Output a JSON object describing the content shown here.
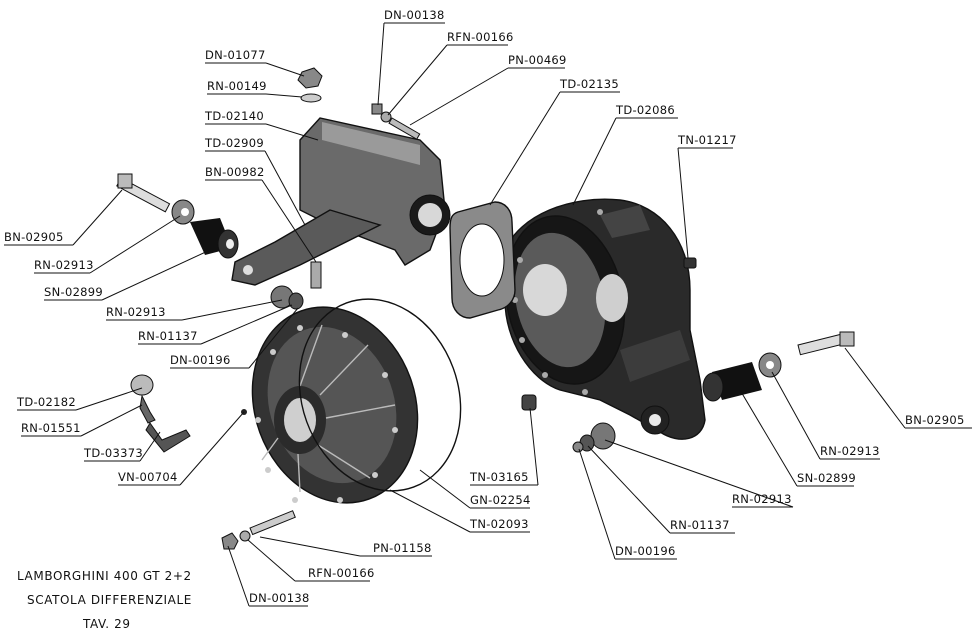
{
  "title_block": {
    "line1": "LAMBORGHINI 400 GT 2+2",
    "line2": "SCATOLA DIFFERENZIALE",
    "line3": "TAV. 29"
  },
  "callouts": [
    {
      "id": "c1",
      "text": "DN-00138"
    },
    {
      "id": "c2",
      "text": "RFN-00166"
    },
    {
      "id": "c3",
      "text": "DN-01077"
    },
    {
      "id": "c4",
      "text": "PN-00469"
    },
    {
      "id": "c5",
      "text": "RN-00149"
    },
    {
      "id": "c6",
      "text": "TD-02135"
    },
    {
      "id": "c7",
      "text": "TD-02140"
    },
    {
      "id": "c8",
      "text": "TD-02086"
    },
    {
      "id": "c9",
      "text": "TD-02909"
    },
    {
      "id": "c10",
      "text": "TN-01217"
    },
    {
      "id": "c11",
      "text": "BN-00982"
    },
    {
      "id": "c12",
      "text": "BN-02905"
    },
    {
      "id": "c13",
      "text": "RN-02913"
    },
    {
      "id": "c14",
      "text": "SN-02899"
    },
    {
      "id": "c15",
      "text": "RN-02913"
    },
    {
      "id": "c16",
      "text": "RN-01137"
    },
    {
      "id": "c17",
      "text": "DN-00196"
    },
    {
      "id": "c18",
      "text": "TD-02182"
    },
    {
      "id": "c19",
      "text": "RN-01551"
    },
    {
      "id": "c20",
      "text": "TD-03373"
    },
    {
      "id": "c21",
      "text": "VN-00704"
    },
    {
      "id": "c22",
      "text": "BN-02905"
    },
    {
      "id": "c23",
      "text": "RN-02913"
    },
    {
      "id": "c24",
      "text": "SN-02899"
    },
    {
      "id": "c25",
      "text": "TN-03165"
    },
    {
      "id": "c26",
      "text": "GN-02254"
    },
    {
      "id": "c27",
      "text": "RN-02913"
    },
    {
      "id": "c28",
      "text": "TN-02093"
    },
    {
      "id": "c29",
      "text": "RN-01137"
    },
    {
      "id": "c30",
      "text": "PN-01158"
    },
    {
      "id": "c31",
      "text": "DN-00196"
    },
    {
      "id": "c32",
      "text": "RFN-00166"
    },
    {
      "id": "c33",
      "text": "DN-00138"
    }
  ]
}
